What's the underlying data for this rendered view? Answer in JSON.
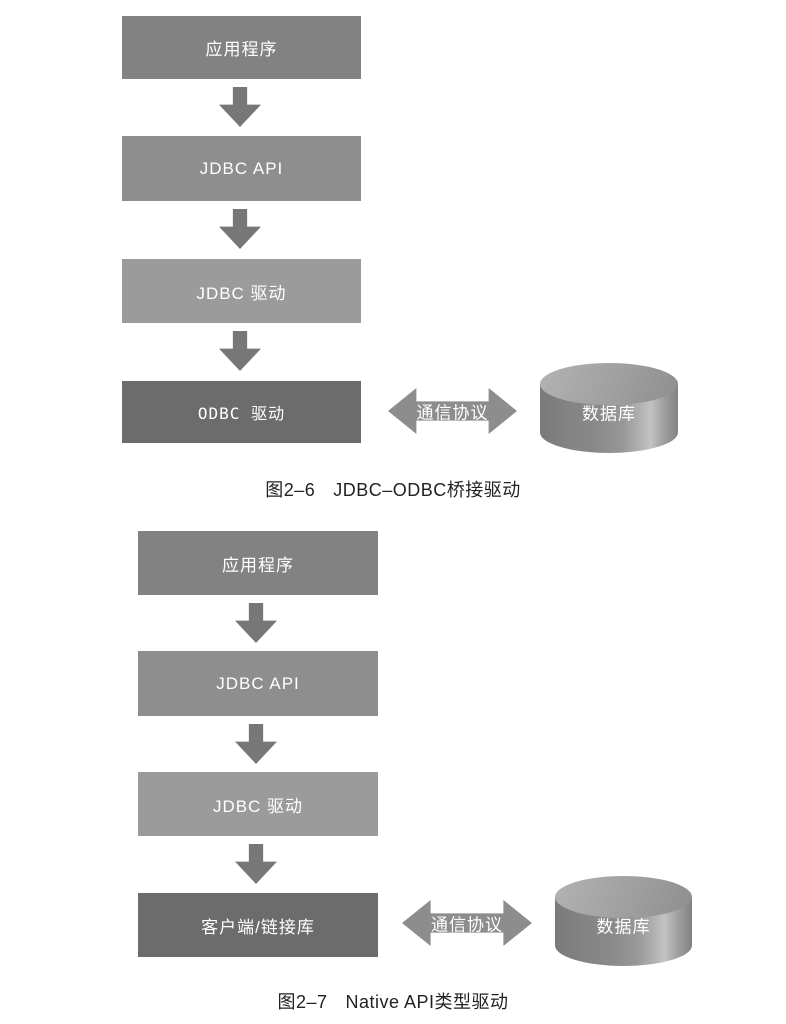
{
  "figures": [
    {
      "caption_no": "图2–6",
      "caption_title": "JDBC–ODBC桥接驱动",
      "boxes": [
        {
          "label": "应用程序"
        },
        {
          "label": "JDBC API"
        },
        {
          "label": "JDBC 驱动"
        },
        {
          "label": "ODBC 驱动"
        }
      ],
      "connector_label": "通信协议",
      "database_label": "数据库"
    },
    {
      "caption_no": "图2–7",
      "caption_title": "Native API类型驱动",
      "boxes": [
        {
          "label": "应用程序"
        },
        {
          "label": "JDBC API"
        },
        {
          "label": "JDBC 驱动"
        },
        {
          "label": "客户端/链接库"
        }
      ],
      "connector_label": "通信协议",
      "database_label": "数据库"
    }
  ],
  "colors": {
    "background": "#ffffff",
    "box_application": "#828282",
    "box_jdbc_api": "#8e8e8e",
    "box_jdbc_driver": "#9b9b9b",
    "box_bottom_dark": "#6c6c6c",
    "down_arrow": "#777777",
    "connector_arrow": "#8d8d8d",
    "cylinder_highlight": "#c3c3c3",
    "text_on_shapes": "#ffffff",
    "caption_text": "#222222"
  }
}
